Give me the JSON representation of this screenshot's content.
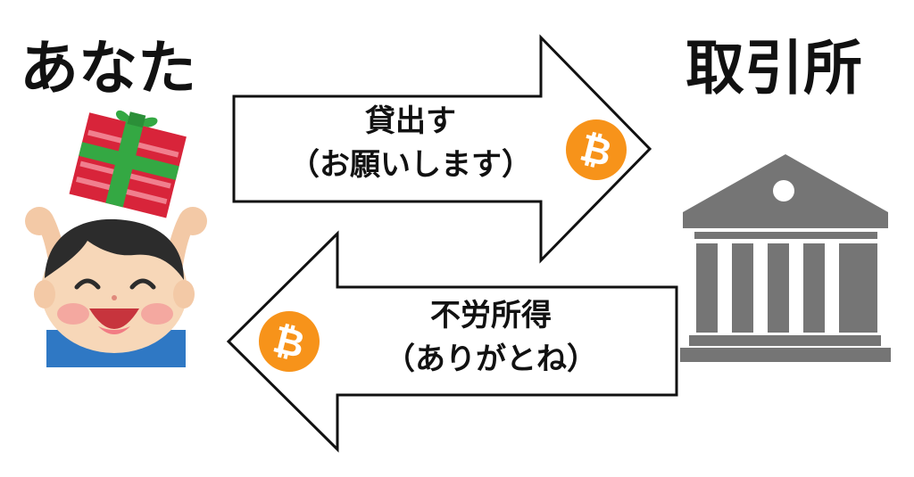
{
  "you": {
    "label": "あなた"
  },
  "exchange": {
    "label": "取引所"
  },
  "lend_arrow": {
    "line1": "貸出す",
    "line2": "（お願いします）"
  },
  "income_arrow": {
    "line1": "不労所得",
    "line2": "（ありがとね）"
  },
  "coin": {
    "symbol": "₿",
    "color": "#f7931a"
  }
}
